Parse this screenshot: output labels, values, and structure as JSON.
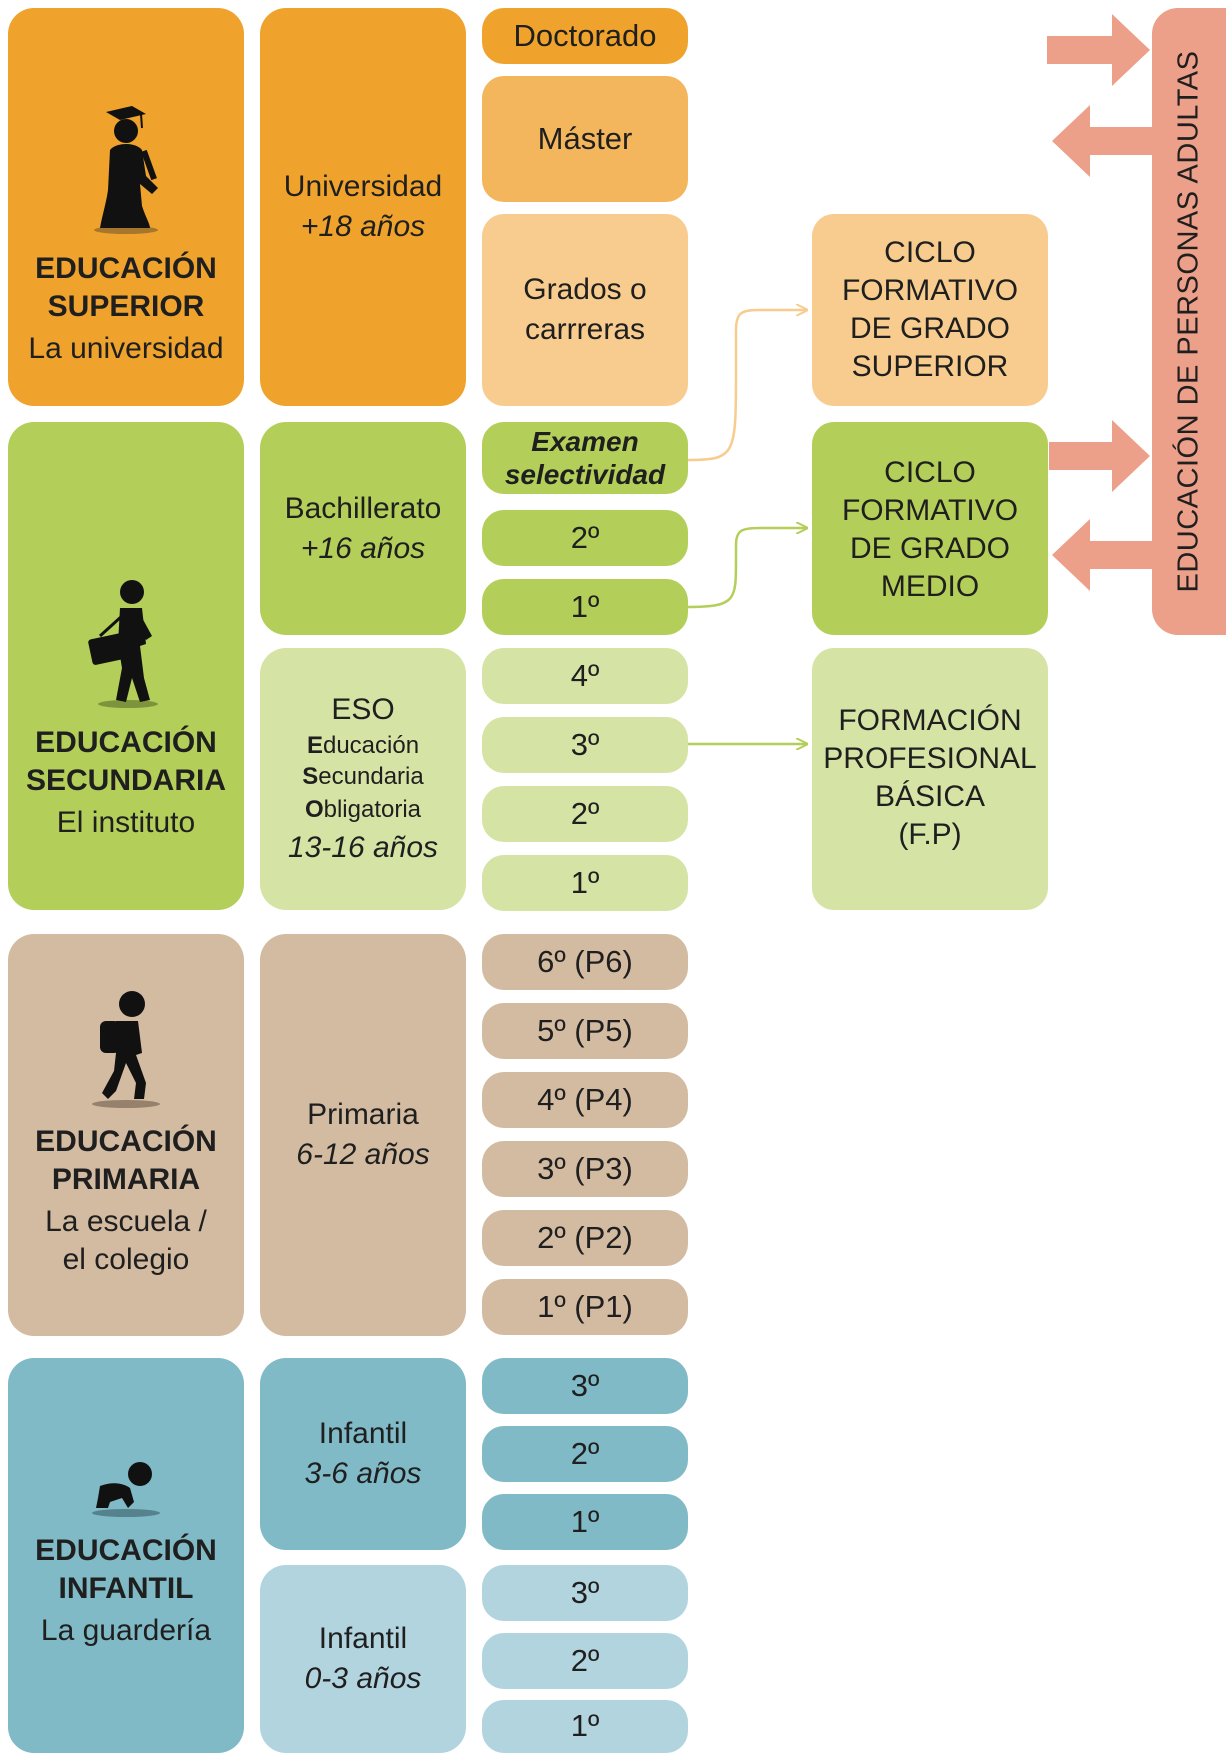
{
  "colors": {
    "superior_dark": "#F0A32C",
    "superior_mid": "#F4B65C",
    "superior_light": "#F7CC8E",
    "secundaria_dark": "#B3CE59",
    "secundaria_light": "#D5E3A5",
    "primaria": "#D3BBA1",
    "infantil_dark": "#80BAC6",
    "infantil_light": "#B2D4DE",
    "adultas": "#EC9F89"
  },
  "stages": {
    "superior": {
      "title_1": "EDUCACIÓN",
      "title_2": "SUPERIOR",
      "subtitle": "La universidad",
      "icon": "graduate-icon"
    },
    "secundaria": {
      "title_1": "EDUCACIÓN",
      "title_2": "SECUNDARIA",
      "subtitle": "El instituto",
      "icon": "student-briefcase-icon"
    },
    "primaria": {
      "title_1": "EDUCACIÓN",
      "title_2": "PRIMARIA",
      "subtitle_1": "La escuela /",
      "subtitle_2": "el colegio",
      "icon": "child-backpack-icon"
    },
    "infantil": {
      "title_1": "EDUCACIÓN",
      "title_2": "INFANTIL",
      "subtitle": "La guardería",
      "icon": "crawling-baby-icon"
    }
  },
  "levels": {
    "universidad": {
      "name": "Universidad",
      "age": "+18 años"
    },
    "bachillerato": {
      "name": "Bachillerato",
      "age": "+16 años"
    },
    "eso": {
      "name": "ESO",
      "l1_initial": "E",
      "l1_rest": "ducación",
      "l2_initial": "S",
      "l2_rest": "ecundaria",
      "l3_initial": "O",
      "l3_rest": "bligatoria",
      "age": "13-16 años"
    },
    "primaria": {
      "name": "Primaria",
      "age": "6-12 años"
    },
    "infantil_3_6": {
      "name": "Infantil",
      "age": "3-6 años"
    },
    "infantil_0_3": {
      "name": "Infantil",
      "age": "0-3 años"
    }
  },
  "courses": {
    "doctorado": "Doctorado",
    "master": "Máster",
    "grados_1": "Grados o",
    "grados_2": "carrreras",
    "examen_1": "Examen",
    "examen_2": "selectividad",
    "bach": [
      "2º",
      "1º"
    ],
    "eso": [
      "4º",
      "3º",
      "2º",
      "1º"
    ],
    "primaria": [
      "6º (P6)",
      "5º (P5)",
      "4º (P4)",
      "3º (P3)",
      "2º (P2)",
      "1º (P1)"
    ],
    "infantil_3_6": [
      "3º",
      "2º",
      "1º"
    ],
    "infantil_0_3": [
      "3º",
      "2º",
      "1º"
    ]
  },
  "vocational": {
    "grado_superior": [
      "CICLO",
      "FORMATIVO",
      "DE GRADO",
      "SUPERIOR"
    ],
    "grado_medio": [
      "CICLO",
      "FORMATIVO",
      "DE GRADO",
      "MEDIO"
    ],
    "fp_basica": [
      "FORMACIÓN",
      "PROFESIONAL",
      "BÁSICA",
      "(F.P)"
    ]
  },
  "adultas": {
    "label": "EDUCACIÓN DE PERSONAS ADULTAS"
  }
}
